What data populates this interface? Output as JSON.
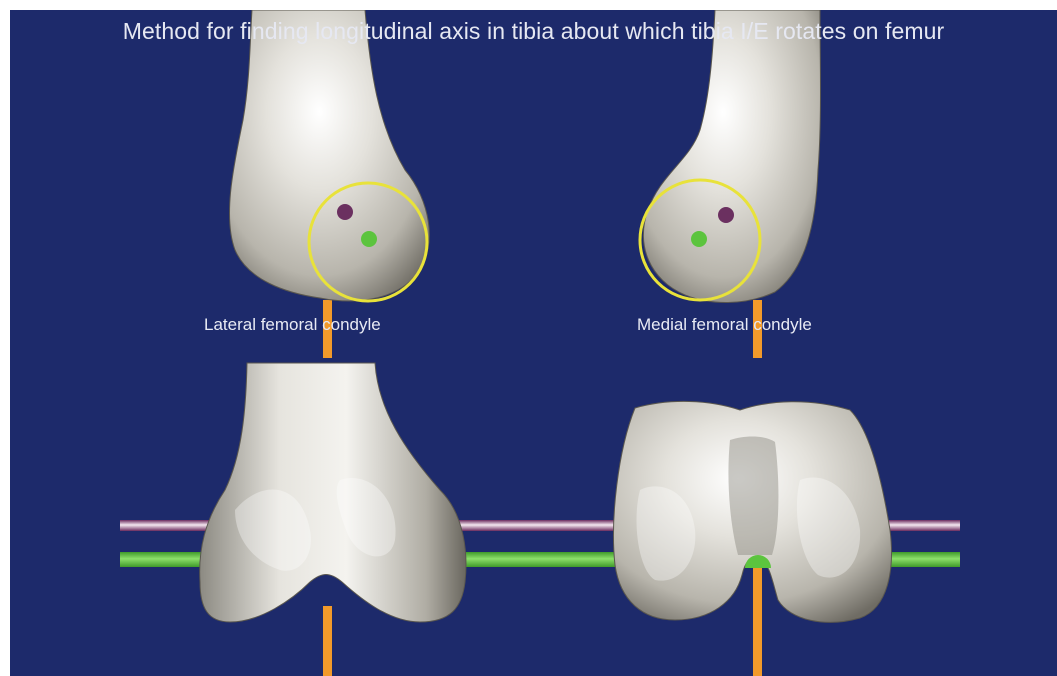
{
  "title": "Method for finding longitudinal axis in tibia about which tibia I/E rotates on femur",
  "labels": {
    "lateral": "Lateral femoral condyle",
    "medial": "Medial femoral condyle"
  },
  "colors": {
    "background": "#1d2a6b",
    "bone": "#d9d6ce",
    "circle": "#e8e23a",
    "purple_axis": "#6b3060",
    "green_axis": "#5cc43e",
    "orange_axis": "#f29a2a"
  }
}
